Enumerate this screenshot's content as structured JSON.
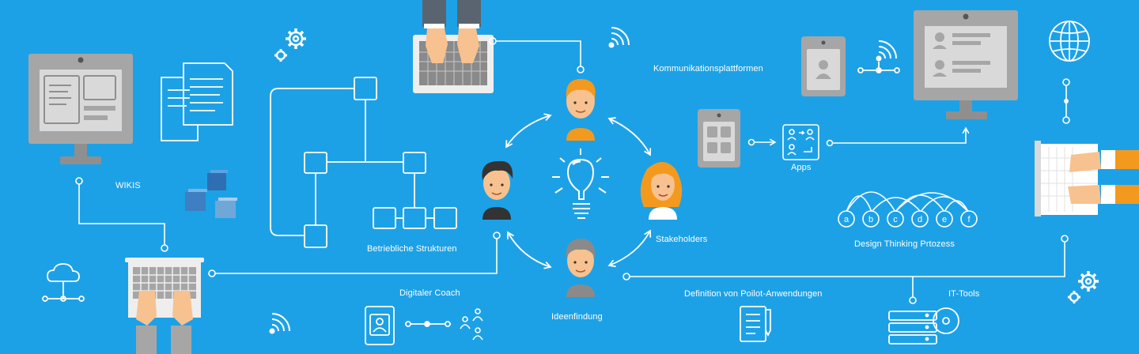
{
  "labels": {
    "wikis": "WIKIS",
    "betriebliche_strukturen": "Betriebliche Strukturen",
    "digitaler_coach": "Digitaler Coach",
    "ideenfindung": "Ideenfindung",
    "stakeholders": "Stakeholders",
    "kommunikationsplattformen": "Kommunikationsplattformen",
    "apps": "Apps",
    "design_thinking": "Design Thinking Prtozess",
    "definition_pilot": "Definition von Poilot-Anwendungen",
    "it_tools": "IT-Tools"
  },
  "design_steps": [
    "a",
    "b",
    "c",
    "d",
    "e",
    "f"
  ],
  "colors": {
    "background": "#1da1e6",
    "line": "#ffffff",
    "device_gray": "#a6a6a6",
    "screen": "#d9d9d9",
    "skin": "#f7c28f",
    "orange_hair": "#f39a1e",
    "shirt_orange": "#f39a1e",
    "cube_blue": "#3d7fc0"
  },
  "icons": [
    "monitor-icon",
    "documents-icon",
    "gears-icon",
    "cubes-icon",
    "org-chart-icon",
    "laptop-typing-icon",
    "wifi-icon",
    "cloud-network-icon",
    "tablet-icon",
    "person-icon",
    "lightbulb-icon",
    "globe-icon",
    "server-icon",
    "checklist-icon"
  ]
}
